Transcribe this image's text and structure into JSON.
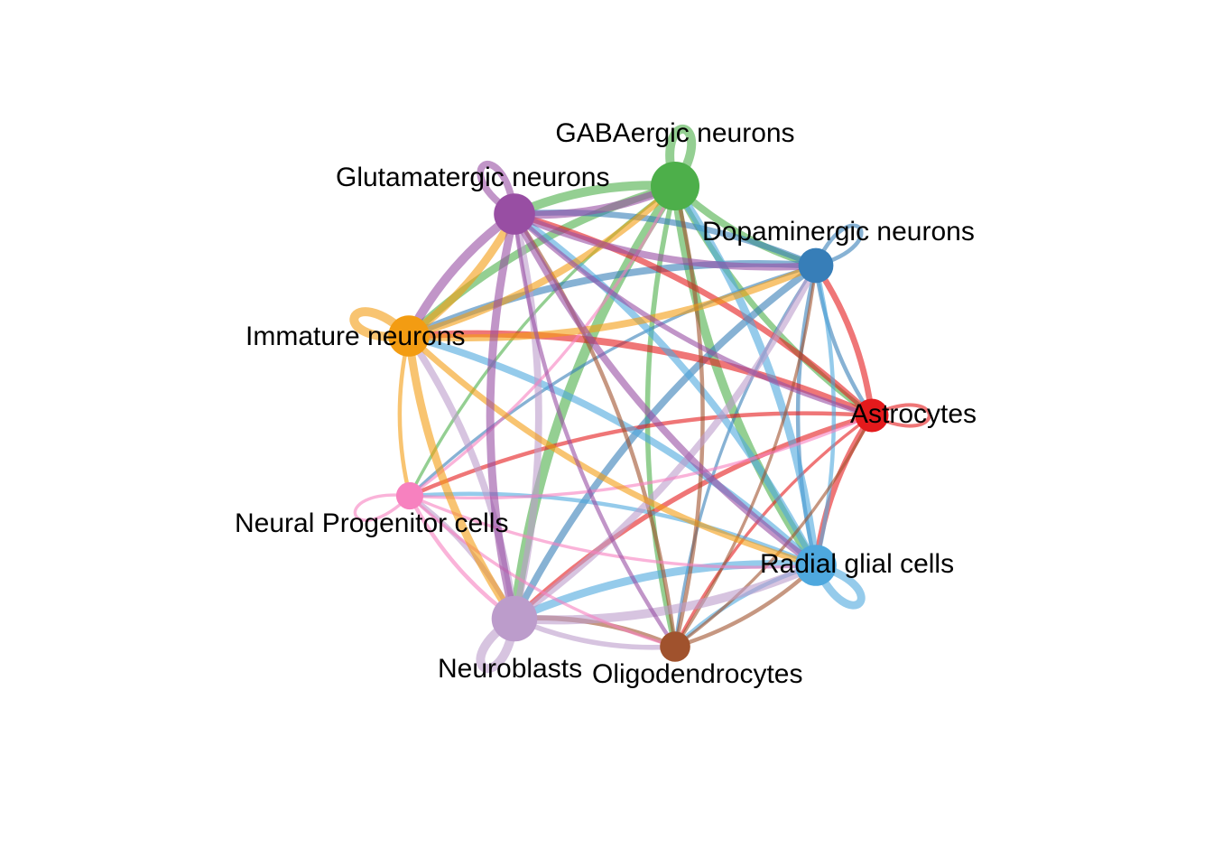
{
  "diagram": {
    "type": "circle-network",
    "description_free": true,
    "nodes": [
      {
        "id": "gaba",
        "label": "GABAergic neurons",
        "color": "#4DAF4A",
        "weight": 1.0
      },
      {
        "id": "dopa",
        "label": "Dopaminergic neurons",
        "color": "#377EB8",
        "weight": 0.55
      },
      {
        "id": "astro",
        "label": "Astrocytes",
        "color": "#E41A1C",
        "weight": 0.5
      },
      {
        "id": "radial",
        "label": "Radial glial cells",
        "color": "#4EA8DE",
        "weight": 0.75
      },
      {
        "id": "oligo",
        "label": "Oligodendrocytes",
        "color": "#A0522D",
        "weight": 0.4
      },
      {
        "id": "neuroblast",
        "label": "Neuroblasts",
        "color": "#BC9CCB",
        "weight": 0.9
      },
      {
        "id": "npc",
        "label": "Neural Progenitor cells",
        "color": "#F781BF",
        "weight": 0.3
      },
      {
        "id": "immature",
        "label": "Immature neurons",
        "color": "#F39C12",
        "weight": 0.75
      },
      {
        "id": "gluta",
        "label": "Glutamatergic neurons",
        "color": "#984EA3",
        "weight": 0.75
      }
    ],
    "edges": [
      {
        "from": "gaba",
        "to": "gaba",
        "weight": 0.8
      },
      {
        "from": "gaba",
        "to": "dopa",
        "weight": 0.6
      },
      {
        "from": "gaba",
        "to": "astro",
        "weight": 0.5
      },
      {
        "from": "gaba",
        "to": "radial",
        "weight": 0.8
      },
      {
        "from": "gaba",
        "to": "oligo",
        "weight": 0.4
      },
      {
        "from": "gaba",
        "to": "neuroblast",
        "weight": 0.9
      },
      {
        "from": "gaba",
        "to": "npc",
        "weight": 0.2
      },
      {
        "from": "gaba",
        "to": "immature",
        "weight": 0.7
      },
      {
        "from": "gaba",
        "to": "gluta",
        "weight": 0.8
      },
      {
        "from": "dopa",
        "to": "dopa",
        "weight": 0.3
      },
      {
        "from": "dopa",
        "to": "astro",
        "weight": 0.3
      },
      {
        "from": "dopa",
        "to": "radial",
        "weight": 0.3
      },
      {
        "from": "dopa",
        "to": "oligo",
        "weight": 0.2
      },
      {
        "from": "dopa",
        "to": "neuroblast",
        "weight": 0.6
      },
      {
        "from": "dopa",
        "to": "npc",
        "weight": 0.2
      },
      {
        "from": "dopa",
        "to": "immature",
        "weight": 0.6
      },
      {
        "from": "dopa",
        "to": "gluta",
        "weight": 0.5
      },
      {
        "from": "astro",
        "to": "astro",
        "weight": 0.25
      },
      {
        "from": "astro",
        "to": "radial",
        "weight": 0.5
      },
      {
        "from": "astro",
        "to": "oligo",
        "weight": 0.2
      },
      {
        "from": "astro",
        "to": "neuroblast",
        "weight": 0.4
      },
      {
        "from": "astro",
        "to": "npc",
        "weight": 0.3
      },
      {
        "from": "astro",
        "to": "immature",
        "weight": 0.6
      },
      {
        "from": "astro",
        "to": "gluta",
        "weight": 0.5
      },
      {
        "from": "astro",
        "to": "dopa",
        "weight": 0.5
      },
      {
        "from": "radial",
        "to": "radial",
        "weight": 0.7
      },
      {
        "from": "radial",
        "to": "gaba",
        "weight": 0.7
      },
      {
        "from": "radial",
        "to": "gluta",
        "weight": 0.6
      },
      {
        "from": "radial",
        "to": "immature",
        "weight": 0.6
      },
      {
        "from": "radial",
        "to": "neuroblast",
        "weight": 0.7
      },
      {
        "from": "radial",
        "to": "oligo",
        "weight": 0.3
      },
      {
        "from": "radial",
        "to": "npc",
        "weight": 0.3
      },
      {
        "from": "radial",
        "to": "dopa",
        "weight": 0.3
      },
      {
        "from": "oligo",
        "to": "neuroblast",
        "weight": 0.4
      },
      {
        "from": "oligo",
        "to": "radial",
        "weight": 0.3
      },
      {
        "from": "oligo",
        "to": "gluta",
        "weight": 0.3
      },
      {
        "from": "oligo",
        "to": "gaba",
        "weight": 0.3
      },
      {
        "from": "oligo",
        "to": "dopa",
        "weight": 0.2
      },
      {
        "from": "oligo",
        "to": "astro",
        "weight": 0.2
      },
      {
        "from": "neuroblast",
        "to": "neuroblast",
        "weight": 0.8
      },
      {
        "from": "neuroblast",
        "to": "radial",
        "weight": 0.8
      },
      {
        "from": "neuroblast",
        "to": "gluta",
        "weight": 0.6
      },
      {
        "from": "neuroblast",
        "to": "immature",
        "weight": 0.6
      },
      {
        "from": "neuroblast",
        "to": "oligo",
        "weight": 0.4
      },
      {
        "from": "neuroblast",
        "to": "dopa",
        "weight": 0.6
      },
      {
        "from": "neuroblast",
        "to": "npc",
        "weight": 0.4
      },
      {
        "from": "npc",
        "to": "npc",
        "weight": 0.2
      },
      {
        "from": "npc",
        "to": "neuroblast",
        "weight": 0.3
      },
      {
        "from": "npc",
        "to": "radial",
        "weight": 0.2
      },
      {
        "from": "npc",
        "to": "gaba",
        "weight": 0.2
      },
      {
        "from": "npc",
        "to": "astro",
        "weight": 0.2
      },
      {
        "from": "npc",
        "to": "oligo",
        "weight": 0.2
      },
      {
        "from": "immature",
        "to": "immature",
        "weight": 0.8
      },
      {
        "from": "immature",
        "to": "gluta",
        "weight": 0.7
      },
      {
        "from": "immature",
        "to": "gaba",
        "weight": 0.6
      },
      {
        "from": "immature",
        "to": "dopa",
        "weight": 0.6
      },
      {
        "from": "immature",
        "to": "neuroblast",
        "weight": 0.7
      },
      {
        "from": "immature",
        "to": "radial",
        "weight": 0.5
      },
      {
        "from": "immature",
        "to": "npc",
        "weight": 0.3
      },
      {
        "from": "gluta",
        "to": "gluta",
        "weight": 0.6
      },
      {
        "from": "gluta",
        "to": "gaba",
        "weight": 0.7
      },
      {
        "from": "gluta",
        "to": "dopa",
        "weight": 0.6
      },
      {
        "from": "gluta",
        "to": "immature",
        "weight": 0.8
      },
      {
        "from": "gluta",
        "to": "neuroblast",
        "weight": 0.7
      },
      {
        "from": "gluta",
        "to": "radial",
        "weight": 0.6
      },
      {
        "from": "gluta",
        "to": "oligo",
        "weight": 0.3
      },
      {
        "from": "gluta",
        "to": "astro",
        "weight": 0.4
      }
    ]
  }
}
